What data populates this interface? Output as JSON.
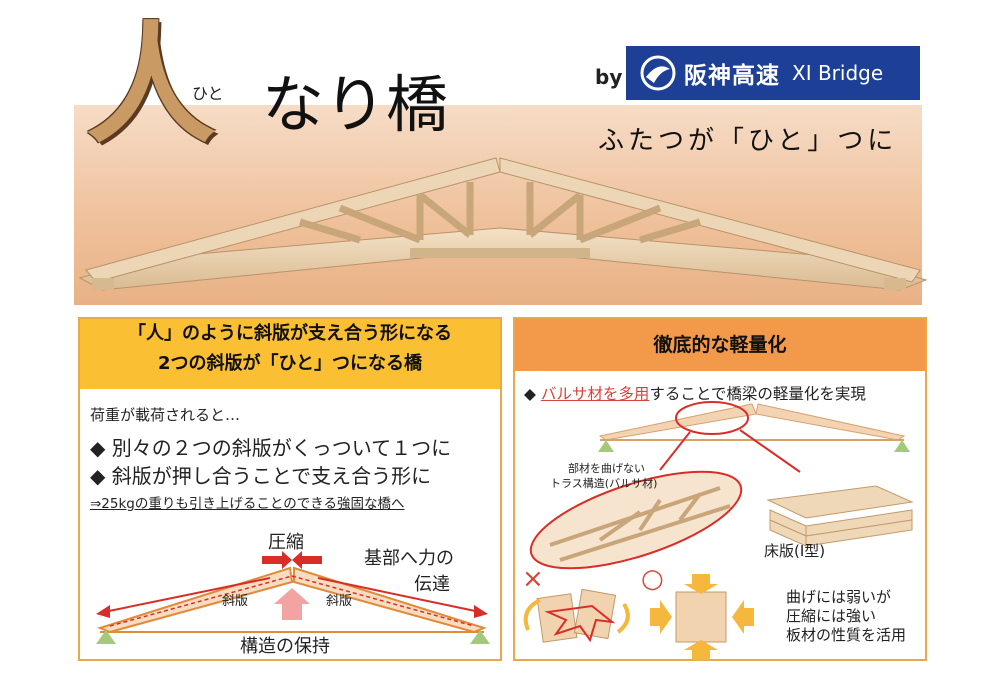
{
  "title": {
    "kanji": "人",
    "ruby": "ひと",
    "rest": "なり橋"
  },
  "brand": {
    "by": "by",
    "logo_jp": "阪神高速",
    "logo_en": "XI Bridge"
  },
  "subtitle": "ふたつが「ひと」つに",
  "left_panel": {
    "header_line1": "「人」のように斜版が支え合う形になる",
    "header_line2": "2つの斜版が「ひと」つになる橋",
    "lead": "荷重が載荷されると…",
    "bullet1": "◆ 別々の２つの斜版がくっついて１つに",
    "bullet2": "◆ 斜版が押し合うことで支え合う形に",
    "note": "⇒25kgの重りも引き上げることのできる強固な橋へ",
    "label_compress": "圧縮",
    "label_transfer1": "基部へ力の",
    "label_transfer2": "伝達",
    "label_plate_left": "斜版",
    "label_plate_right": "斜版",
    "label_structure": "構造の保持"
  },
  "right_panel": {
    "header": "徹底的な軽量化",
    "lead_prefix": "◆ ",
    "lead_underlined": "バルサ材を多用",
    "lead_suffix": "することで橋梁の軽量化を実現",
    "callout1": "部材を曲げない",
    "callout2": "トラス構造(バルサ材)",
    "floor_label": "床版(I型)",
    "cross": "×",
    "circle": "○",
    "note1": "曲げには弱いが",
    "note2": "圧縮には強い",
    "note3": "板材の性質を活用"
  },
  "colors": {
    "header_yellow": "#fabf32",
    "header_orange": "#f39a4a",
    "border": "#e9a94a",
    "arrow_red": "#d92d27",
    "support_green": "#a5c97b",
    "logo_blue": "#1d3f95"
  }
}
